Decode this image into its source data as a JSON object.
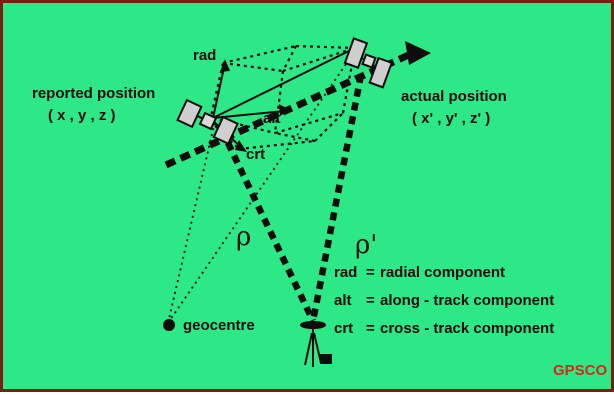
{
  "colors": {
    "background": "#2ce886",
    "border": "#7a1e10",
    "ink": "#0d0d0d",
    "brand": "#d22a1a"
  },
  "labels": {
    "reported_position": "reported position",
    "reported_coords": "( x ,  y ,  z )",
    "actual_position": "actual position",
    "actual_coords": "( x' ,  y' ,  z' )",
    "rad": "rad",
    "alt": "alt",
    "crt": "crt",
    "rho": "ρ",
    "rho_prime": "ρ'",
    "geocentre": "geocentre"
  },
  "legend": [
    {
      "abbr": "rad",
      "eq": "=",
      "text": "radial component"
    },
    {
      "abbr": "alt",
      "eq": "=",
      "text": "along - track component"
    },
    {
      "abbr": "crt",
      "eq": "=",
      "text": "cross - track component"
    }
  ],
  "brand": "GPSCO",
  "icons": {
    "satellite_reported": "satellite-icon",
    "satellite_actual": "satellite-icon",
    "ground_antenna": "antenna-tripod-icon",
    "geocentre_dot": "dot-icon"
  }
}
